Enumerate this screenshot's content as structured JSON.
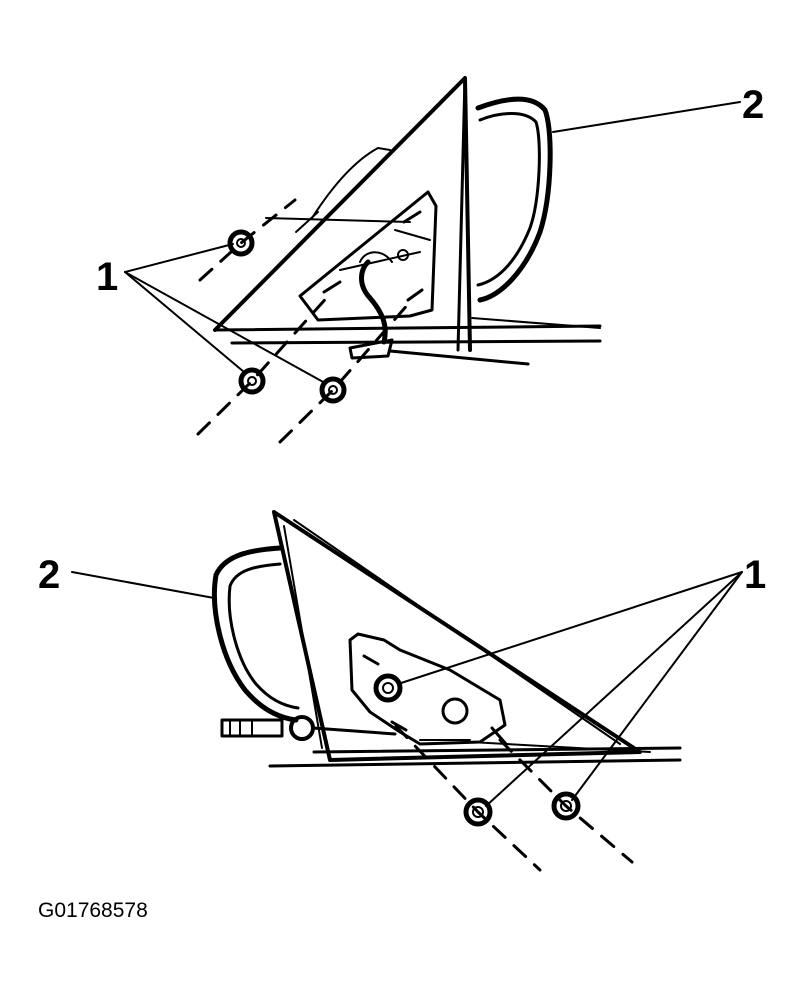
{
  "figure": {
    "id_label": "G01768578"
  },
  "views": [
    {
      "callouts": [
        {
          "number": "1",
          "refers_to": "nuts"
        },
        {
          "number": "2",
          "refers_to": "mirror"
        }
      ]
    },
    {
      "callouts": [
        {
          "number": "2",
          "refers_to": "mirror"
        },
        {
          "number": "1",
          "refers_to": "nuts"
        }
      ]
    }
  ],
  "colors": {
    "ink": "#000000",
    "background": "#ffffff"
  }
}
